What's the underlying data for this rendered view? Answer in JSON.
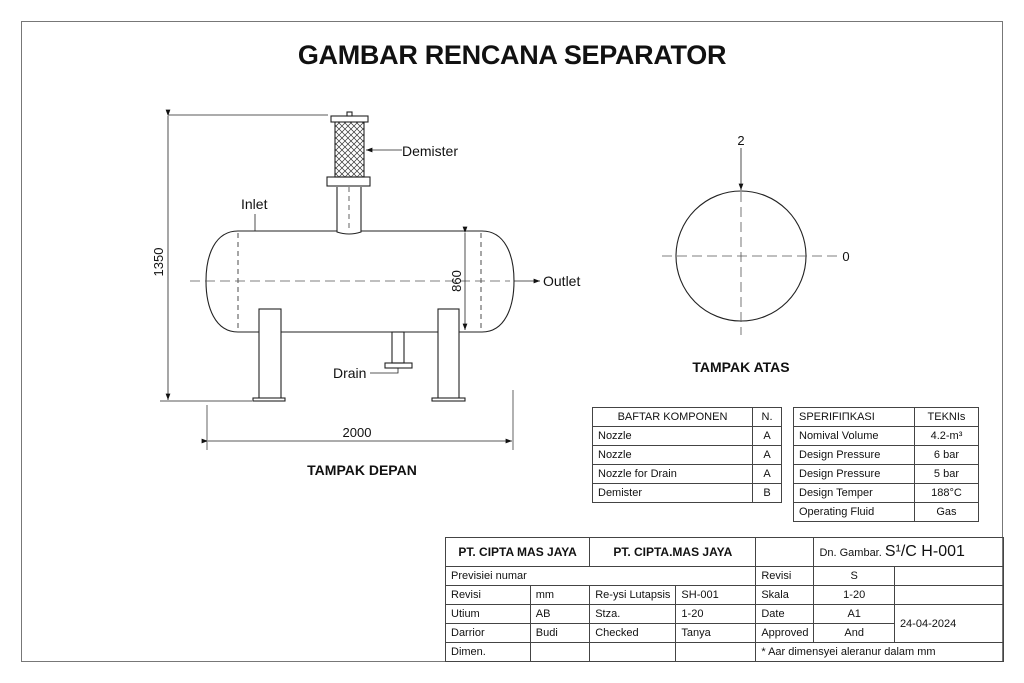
{
  "title": "GAMBAR RENCANA SEPARATOR",
  "front_view": {
    "label": "TAMPAK DEPAN",
    "callouts": {
      "demister": "Demister",
      "inlet": "Inlet",
      "outlet": "Outlet",
      "drain": "Drain"
    },
    "dimensions": {
      "height": "1350",
      "length": "2000",
      "diameter": "860"
    }
  },
  "top_view": {
    "label": "TAMPAK ATAS",
    "mark_top": "2",
    "mark_right": "0"
  },
  "components": {
    "header": [
      "BAFTAR KOMPONEN",
      "N."
    ],
    "rows": [
      [
        "Nozzle",
        "A"
      ],
      [
        "Nozzle",
        "A"
      ],
      [
        "Nozzle for Drain",
        "A"
      ],
      [
        "Demister",
        "B"
      ]
    ]
  },
  "specs": {
    "header": [
      "SPERIFIΠKASI",
      "TEKNIs"
    ],
    "rows": [
      [
        "Nomival Volume",
        "4.2-m³"
      ],
      [
        "Design Pressure",
        "6 bar"
      ],
      [
        "Design Pressure",
        "5 bar"
      ],
      [
        "Design Temper",
        "188°C"
      ],
      [
        "Operating Fluid",
        "Gas"
      ]
    ]
  },
  "title_block": {
    "company1": "PT. CIPTA MAS JAYA",
    "company2": "PT. CIPTA.MAS JAYA",
    "drawing_no_label": "Dn. Gambar.",
    "drawing_no": "S¹/C H-001",
    "r1": [
      "Previsiei numar",
      "Revisi",
      "S"
    ],
    "r2": [
      "Revisi",
      "mm",
      "Re-ysi Lutapsis",
      "SH-001",
      "Skala",
      "1-20"
    ],
    "r3": [
      "Utium",
      "AB",
      "Stza.",
      "1-20",
      "Date",
      "A1",
      "24-04-2024"
    ],
    "r4": [
      "Darrior",
      "Budi",
      "Checked",
      "Tanya",
      "Approved",
      "And"
    ],
    "r5": [
      "Dimen.",
      "* Aar dimensyei aleranur dalam mm"
    ]
  }
}
